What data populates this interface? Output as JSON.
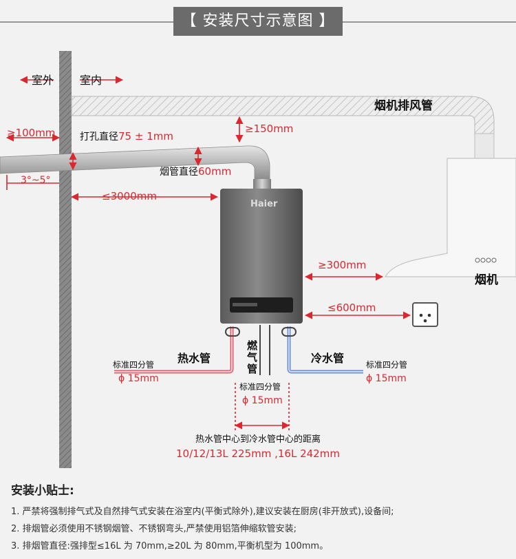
{
  "title": "【 安装尺寸示意图 】",
  "labels": {
    "outdoor": "室外",
    "indoor": "室内",
    "hood_duct": "烟机排风管",
    "hole_prefix": "打孔直径",
    "hole_value": "75 ± 1mm",
    "pipe_prefix": "烟管直径",
    "pipe_value": "60mm",
    "ge100": "≥100mm",
    "ge150": "≥150mm",
    "angle": "3°~5°",
    "le3000": "≤3000mm",
    "ge300": "≥300mm",
    "le600": "≤600mm",
    "range_hood": "烟机",
    "brand": "Haier",
    "hot_pipe": "热水管",
    "cold_pipe": "冷水管",
    "gas_pipe": "燃气管",
    "std_left": "标准四分管",
    "dia_left": "ϕ 15mm",
    "std_right": "标准四分管",
    "dia_right": "ϕ 15mm",
    "std_mid": "标准四分管",
    "dia_mid": "ϕ 15mm",
    "distance_label": "热水管中心到冷水管中心的距离",
    "distance_value": "10/12/13L 225mm ,16L 242mm"
  },
  "tips": {
    "title": "安装小贴士:",
    "items": [
      "1. 严禁将强制排气式及自然排气式安装在浴室内(平衡式除外),建议安装在厨房(非开放式),设备间;",
      "2. 排烟管必须使用不锈钢烟管、不锈钢弯头,严禁使用铝箔伸缩软管安装;",
      "3. 排烟管直径:强排型≤16L 为 70mm,≥20L 为 80mm,平衡机型为 100mm。"
    ]
  },
  "colors": {
    "accent": "#d9282f",
    "hot": "#e0606a",
    "cold": "#6a8fd8",
    "grey_box": "#6b6b6b"
  }
}
